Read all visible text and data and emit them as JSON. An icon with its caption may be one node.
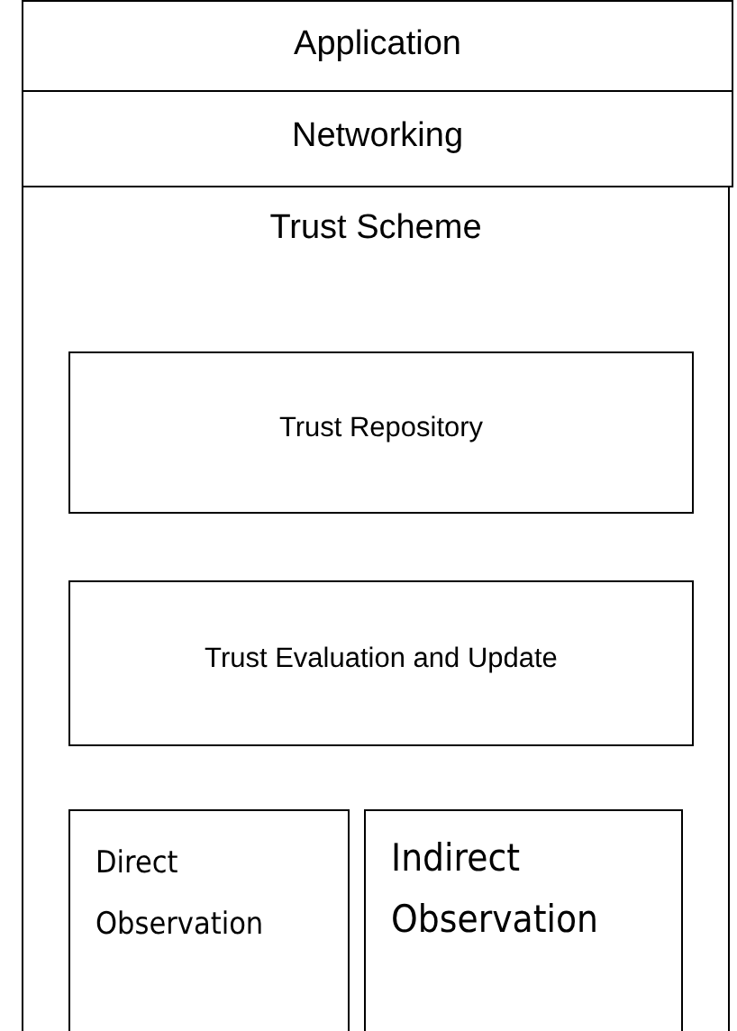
{
  "diagram": {
    "nodes": [
      {
        "text": [
          "Application"
        ]
      },
      {
        "text": [
          "Networking"
        ]
      },
      {
        "text": [
          "Trust Scheme"
        ]
      },
      {
        "text": [
          "Trust Repository"
        ],
        "in": 2
      },
      {
        "text": [
          "Trust Evaluation and Update"
        ],
        "in": 2
      },
      {
        "text": [
          "Direct Observation"
        ],
        "in": 2
      },
      {
        "text": [
          "Indirect Observation"
        ],
        "in": 2
      }
    ]
  }
}
